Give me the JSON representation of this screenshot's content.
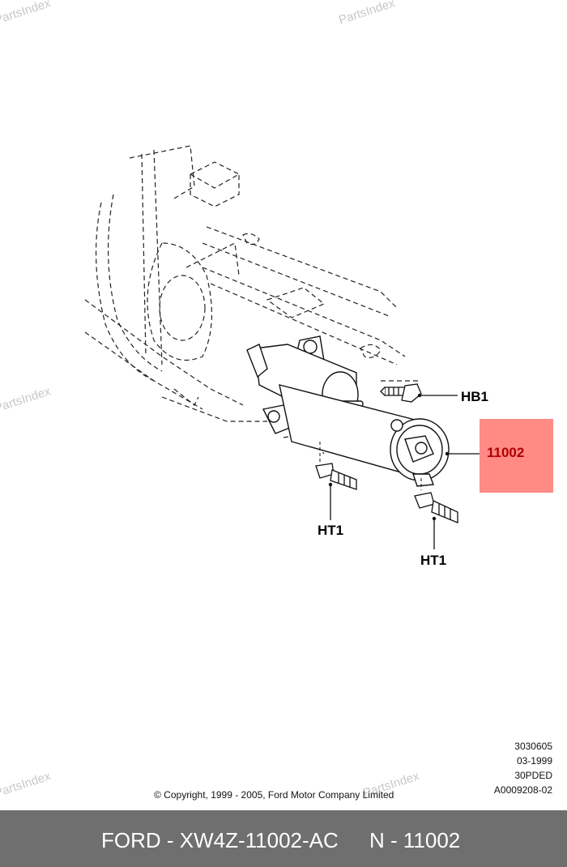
{
  "watermark": "PartsIndex",
  "callouts": {
    "hb1": "HB1",
    "main": "11002",
    "ht1_left": "HT1",
    "ht1_right": "HT1"
  },
  "meta": {
    "line1": "3030605",
    "line2": "03-1999",
    "line3": "30PDED",
    "line4": "A0009208-02"
  },
  "copyright": "© Copyright, 1999 - 2005, Ford Motor Company Limited",
  "footer": {
    "part": "FORD - XW4Z-11002-AC",
    "ref": "N - 11002"
  },
  "colors": {
    "highlight": "#ff8a86",
    "main_label": "#b00000",
    "footer_bg": "#6f6f6f",
    "watermark": "#c8c8c8"
  }
}
